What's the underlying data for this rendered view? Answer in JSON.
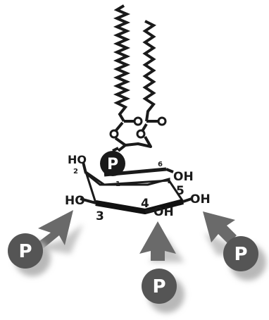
{
  "labels": {
    "head_phosphate": "P",
    "ring_carbon_1": "1",
    "ring_carbon_2": "2",
    "ring_carbon_3": "3",
    "ring_carbon_4": "4",
    "ring_carbon_5": "5",
    "ring_carbon_6": "6",
    "hydroxyl_c2": "HO",
    "hydroxyl_c3": "HO",
    "hydroxyl_c4": "OH",
    "hydroxyl_c5": "OH",
    "hydroxyl_c6": "OH"
  },
  "phosphate_groups": [
    {
      "label": "P",
      "target": "3"
    },
    {
      "label": "P",
      "target": "4"
    },
    {
      "label": "P",
      "target": "5"
    }
  ],
  "colors": {
    "ink": "#1a1a1a",
    "phosphate_fill": "#555555",
    "phosphate_text": "#ffffff",
    "arrow": "#6a6a6a",
    "shadow": "#b8b8b8"
  }
}
